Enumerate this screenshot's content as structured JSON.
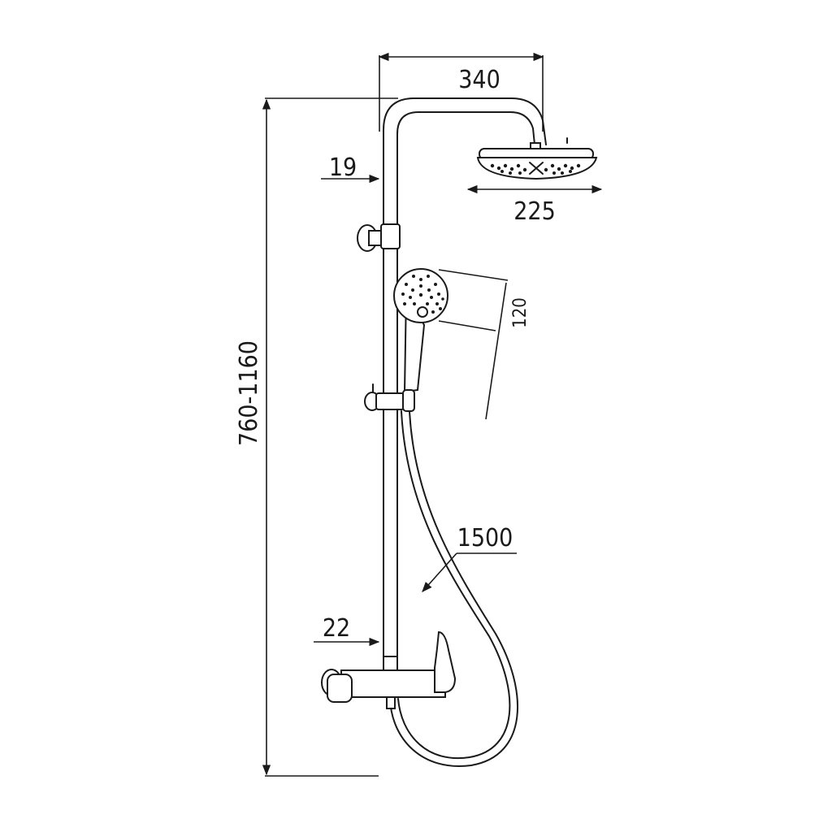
{
  "dimensions": {
    "width_top": "340",
    "pipe_diameter": "19",
    "head_diameter": "225",
    "hand_shower_diameter": "120",
    "height_range": "760-1160",
    "hose_length": "1500",
    "mixer_spacing": "22"
  }
}
